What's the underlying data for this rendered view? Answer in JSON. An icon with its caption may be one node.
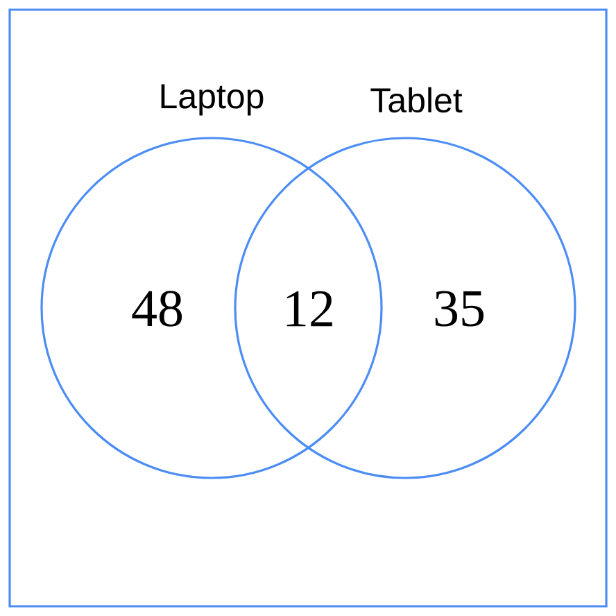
{
  "diagram": {
    "nodes": [
      {
        "text": [],
        "shape": "box"
      },
      {
        "text": [
          "Laptop"
        ],
        "in": 0
      },
      {
        "text": [
          "Tablet"
        ],
        "in": 0
      }
    ],
    "labels": [
      "48",
      "12",
      "35"
    ]
  }
}
